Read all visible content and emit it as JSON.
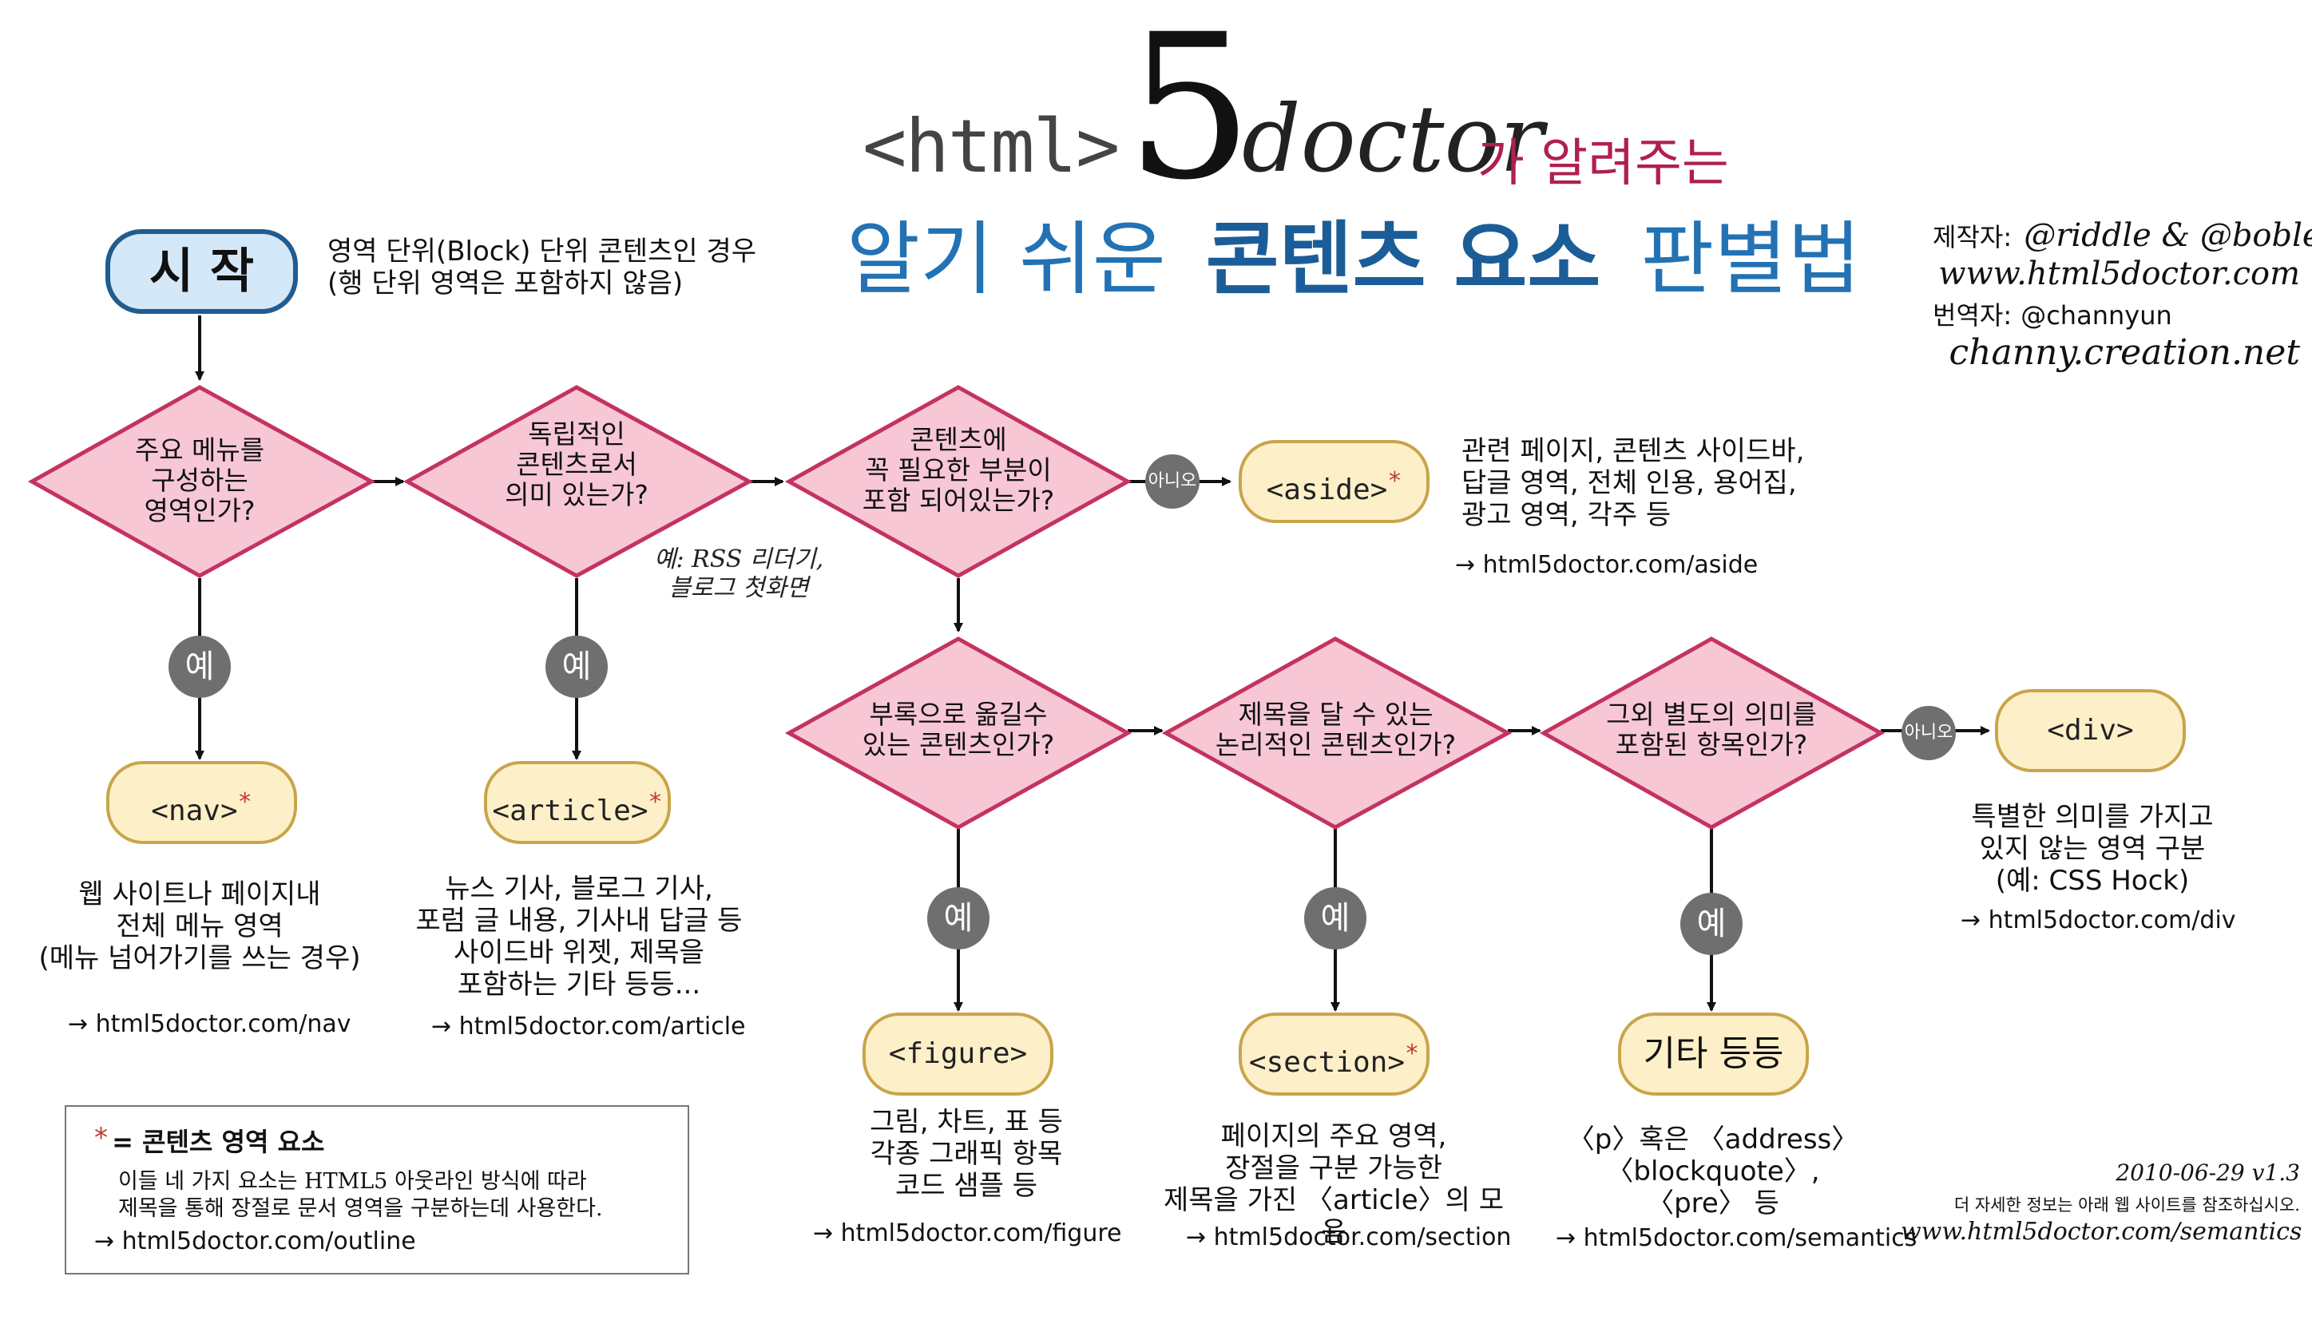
{
  "header": {
    "logo_html": "<html>",
    "logo_5": "5",
    "logo_doctor": "doctor",
    "subtitle": "가 알려주는",
    "title_part1": "알기 쉬운",
    "title_bold": "콘텐츠 요소",
    "title_part2": "판별법"
  },
  "credits": {
    "author_label": "제작자:",
    "author_names": "@riddle & @boblet",
    "author_site": "www.html5doctor.com",
    "translator_label": "번역자:",
    "translator_name": "@channyun",
    "translator_site": "channy.creation.net"
  },
  "start": {
    "label": "시 작",
    "note_line1": "영역 단위(Block) 단위 콘텐츠인 경우",
    "note_line2": "(행 단위 영역은 포함하지 않음)"
  },
  "questions": {
    "q1": [
      "주요 메뉴를",
      "구성하는",
      "영역인가?"
    ],
    "q2": [
      "독립적인",
      "콘텐츠로서",
      "의미 있는가?"
    ],
    "q2_example": [
      "예: RSS 리더기,",
      "블로그 첫화면"
    ],
    "q3": [
      "콘텐츠에",
      "꼭 필요한 부분이",
      "포함 되어있는가?"
    ],
    "q4": [
      "부록으로 옮길수",
      "있는 콘텐츠인가?"
    ],
    "q5": [
      "제목을 달 수 있는",
      "논리적인 콘텐츠인가?"
    ],
    "q6": [
      "그외 별도의 의미를",
      "포함된 항목인가?"
    ]
  },
  "answers": {
    "yes": "예",
    "no": "아니오"
  },
  "elements": {
    "nav": {
      "label": "<nav>",
      "star": "*",
      "desc": [
        "웹 사이트나 페이지내",
        "전체 메뉴 영역",
        "(메뉴 넘어가기를 쓰는 경우)"
      ],
      "link": "→ html5doctor.com/nav"
    },
    "article": {
      "label": "<article>",
      "star": "*",
      "desc": [
        "뉴스 기사, 블로그 기사,",
        "포럼 글 내용, 기사내 답글 등",
        "사이드바 위젯, 제목을",
        "포함하는 기타 등등..."
      ],
      "link": "→ html5doctor.com/article"
    },
    "aside": {
      "label": "<aside>",
      "star": "*",
      "desc": [
        "관련 페이지, 콘텐츠 사이드바,",
        "답글 영역, 전체 인용, 용어집,",
        "광고 영역, 각주 등"
      ],
      "link": "→ html5doctor.com/aside"
    },
    "figure": {
      "label": "<figure>",
      "desc": [
        "그림, 차트, 표 등",
        "각종 그래픽 항목",
        "코드 샘플 등"
      ],
      "link": "→ html5doctor.com/figure"
    },
    "section": {
      "label": "<section>",
      "star": "*",
      "desc": [
        "페이지의 주요 영역,",
        "장절을 구분 가능한",
        "제목을 가진 〈article〉의 모음"
      ],
      "link": "→ html5doctor.com/section"
    },
    "other": {
      "label": "기타 등등",
      "desc": [
        "〈p〉혹은 〈address〉",
        "〈blockquote〉, 〈pre〉 등"
      ],
      "link": "→ html5doctor.com/semantics"
    },
    "div": {
      "label": "<div>",
      "desc": [
        "특별한 의미를 가지고",
        "있지 않는 영역 구분",
        "(예: CSS Hock)"
      ],
      "link": "→ html5doctor.com/div"
    }
  },
  "legend": {
    "star": "*",
    "title": "= 콘텐츠 영역 요소",
    "line1": "이들 네 가지 요소는 HTML5 아웃라인 방식에 따라",
    "line2": "제목을 통해 장절로 문서 영역을 구분하는데 사용한다.",
    "link": "→ html5doctor.com/outline"
  },
  "footer": {
    "version": "2010-06-29 v1.3",
    "note": "더 자세한 정보는 아래 웹 사이트를 참조하십시오.",
    "site": "www.html5doctor.com/semantics"
  },
  "colors": {
    "diamond_fill": "#f7c7d6",
    "diamond_stroke": "#c4335f",
    "tag_fill": "#fdf0c9",
    "tag_stroke": "#c9a44a",
    "start_fill": "#d4e8f8",
    "start_stroke": "#1f5c8f",
    "badge": "#6f6f6f",
    "title_blue": "#2272b4",
    "subtitle_red": "#b01f4f"
  }
}
